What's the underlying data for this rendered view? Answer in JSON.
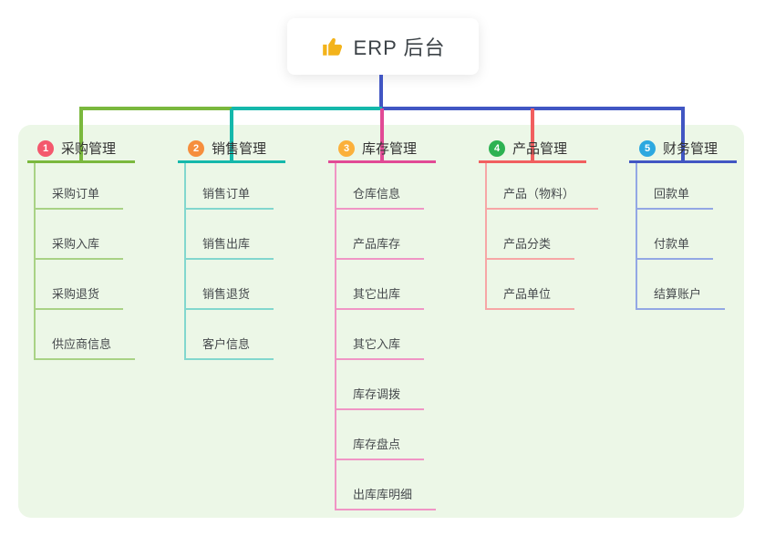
{
  "root": {
    "icon": "thumbs-up",
    "title": "ERP 后台"
  },
  "panel_color": "#ecf7e7",
  "connector_color": "#4156c3",
  "branches": [
    {
      "number": "1",
      "label": "采购管理",
      "color": "#7ab83d",
      "light_color": "#a9d285",
      "badge_color": "#f4586d",
      "children": [
        "采购订单",
        "采购入库",
        "采购退货",
        "供应商信息"
      ]
    },
    {
      "number": "2",
      "label": "销售管理",
      "color": "#14b8ab",
      "light_color": "#82d7ce",
      "badge_color": "#f68e3d",
      "children": [
        "销售订单",
        "销售出库",
        "销售退货",
        "客户信息"
      ]
    },
    {
      "number": "3",
      "label": "库存管理",
      "color": "#e14a95",
      "light_color": "#f095c5",
      "badge_color": "#fbb03b",
      "children": [
        "仓库信息",
        "产品库存",
        "其它出库",
        "其它入库",
        "库存调拨",
        "库存盘点",
        "出库库明细"
      ]
    },
    {
      "number": "4",
      "label": "产品管理",
      "color": "#f15f5f",
      "light_color": "#f7a6a6",
      "badge_color": "#2db252",
      "children": [
        "产品（物料）",
        "产品分类",
        "产品单位"
      ]
    },
    {
      "number": "5",
      "label": "财务管理",
      "color": "#4156c3",
      "light_color": "#93a7e4",
      "badge_color": "#2ca8e0",
      "children": [
        "回款单",
        "付款单",
        "结算账户"
      ]
    }
  ]
}
